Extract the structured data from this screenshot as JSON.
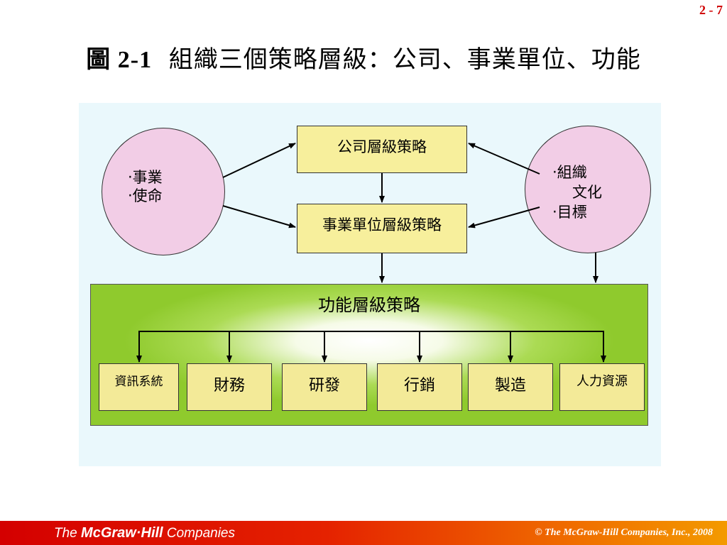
{
  "page_number": "2 - 7",
  "title": {
    "figure_no": "圖 2-1",
    "text": "組織三個策略層級：公司、事業單位、功能"
  },
  "diagram": {
    "left_circle": {
      "lines": [
        "‧事業",
        "‧使命"
      ]
    },
    "right_circle": {
      "lines": [
        "‧組織",
        "文化",
        "‧目標"
      ]
    },
    "corporate_box": "公司層級策略",
    "business_unit_box": "事業單位層級策略",
    "functional_panel": {
      "title": "功能層級策略",
      "functions": [
        "資訊系統",
        "財務",
        "研發",
        "行銷",
        "製造",
        "人力資源"
      ]
    }
  },
  "footer": {
    "logo_prefix": "The ",
    "logo_brand": "McGraw·Hill",
    "logo_suffix": " Companies",
    "copyright": "© The McGraw-Hill Companies, Inc., 2008"
  },
  "colors": {
    "circle_fill": "#f2cde6",
    "box_fill": "#f7ef9c",
    "panel_green": "#8fca2d",
    "diagram_bg": "#eaf8fc",
    "footer_red": "#d40000",
    "page_number": "#d00000"
  }
}
